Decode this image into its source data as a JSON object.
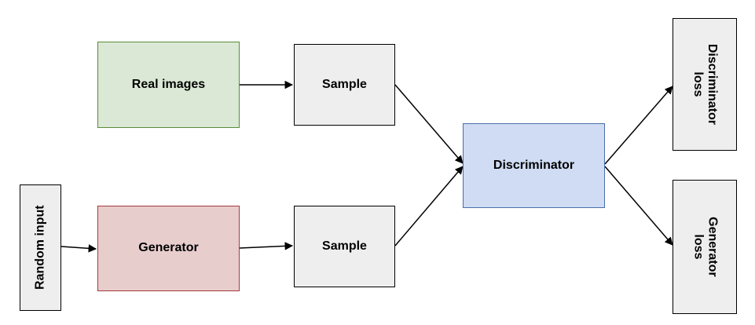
{
  "nodes": {
    "real_images": {
      "label": "Real images",
      "fill": "#dbe8d5",
      "stroke": "#5a8a3a"
    },
    "sample_top": {
      "label": "Sample",
      "fill": "#eeeeee",
      "stroke": "#000000"
    },
    "random_input": {
      "label": "Random input",
      "fill": "#eeeeee",
      "stroke": "#000000"
    },
    "generator": {
      "label": "Generator",
      "fill": "#e8cdcd",
      "stroke": "#a33a3a"
    },
    "sample_bottom": {
      "label": "Sample",
      "fill": "#eeeeee",
      "stroke": "#000000"
    },
    "discriminator": {
      "label": "Discriminator",
      "fill": "#cfdcf3",
      "stroke": "#4a6ea8"
    },
    "discriminator_loss": {
      "label_line1": "Discriminator",
      "label_line2": "loss",
      "fill": "#eeeeee",
      "stroke": "#000000"
    },
    "generator_loss": {
      "label_line1": "Generator",
      "label_line2": "loss",
      "fill": "#eeeeee",
      "stroke": "#000000"
    }
  },
  "edges": [
    {
      "from": "real_images",
      "to": "sample_top"
    },
    {
      "from": "random_input",
      "to": "generator"
    },
    {
      "from": "generator",
      "to": "sample_bottom"
    },
    {
      "from": "sample_top",
      "to": "discriminator"
    },
    {
      "from": "sample_bottom",
      "to": "discriminator"
    },
    {
      "from": "discriminator",
      "to": "discriminator_loss"
    },
    {
      "from": "discriminator",
      "to": "generator_loss"
    }
  ]
}
